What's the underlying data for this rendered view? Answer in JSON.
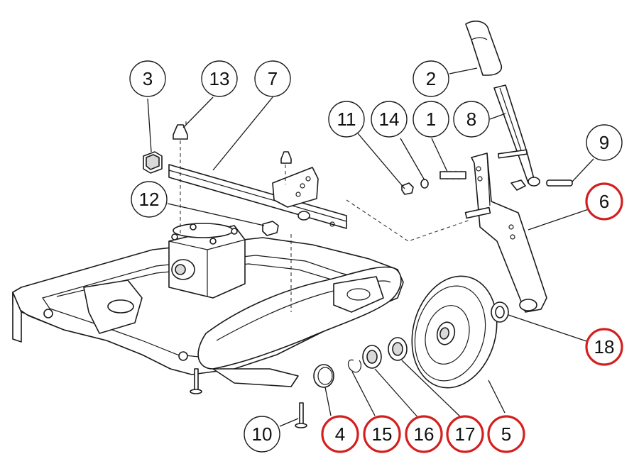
{
  "diagram": {
    "highlight_color": "#d41f1f",
    "normal_color": "#1a1a1a",
    "callouts": [
      {
        "label": "3",
        "highlighted": false
      },
      {
        "label": "13",
        "highlighted": false
      },
      {
        "label": "7",
        "highlighted": false
      },
      {
        "label": "2",
        "highlighted": false
      },
      {
        "label": "11",
        "highlighted": false
      },
      {
        "label": "14",
        "highlighted": false
      },
      {
        "label": "1",
        "highlighted": false
      },
      {
        "label": "8",
        "highlighted": false
      },
      {
        "label": "9",
        "highlighted": false
      },
      {
        "label": "6",
        "highlighted": true
      },
      {
        "label": "12",
        "highlighted": false
      },
      {
        "label": "18",
        "highlighted": true
      },
      {
        "label": "10",
        "highlighted": false
      },
      {
        "label": "4",
        "highlighted": true
      },
      {
        "label": "15",
        "highlighted": true
      },
      {
        "label": "16",
        "highlighted": true
      },
      {
        "label": "17",
        "highlighted": true
      },
      {
        "label": "5",
        "highlighted": true
      }
    ]
  }
}
